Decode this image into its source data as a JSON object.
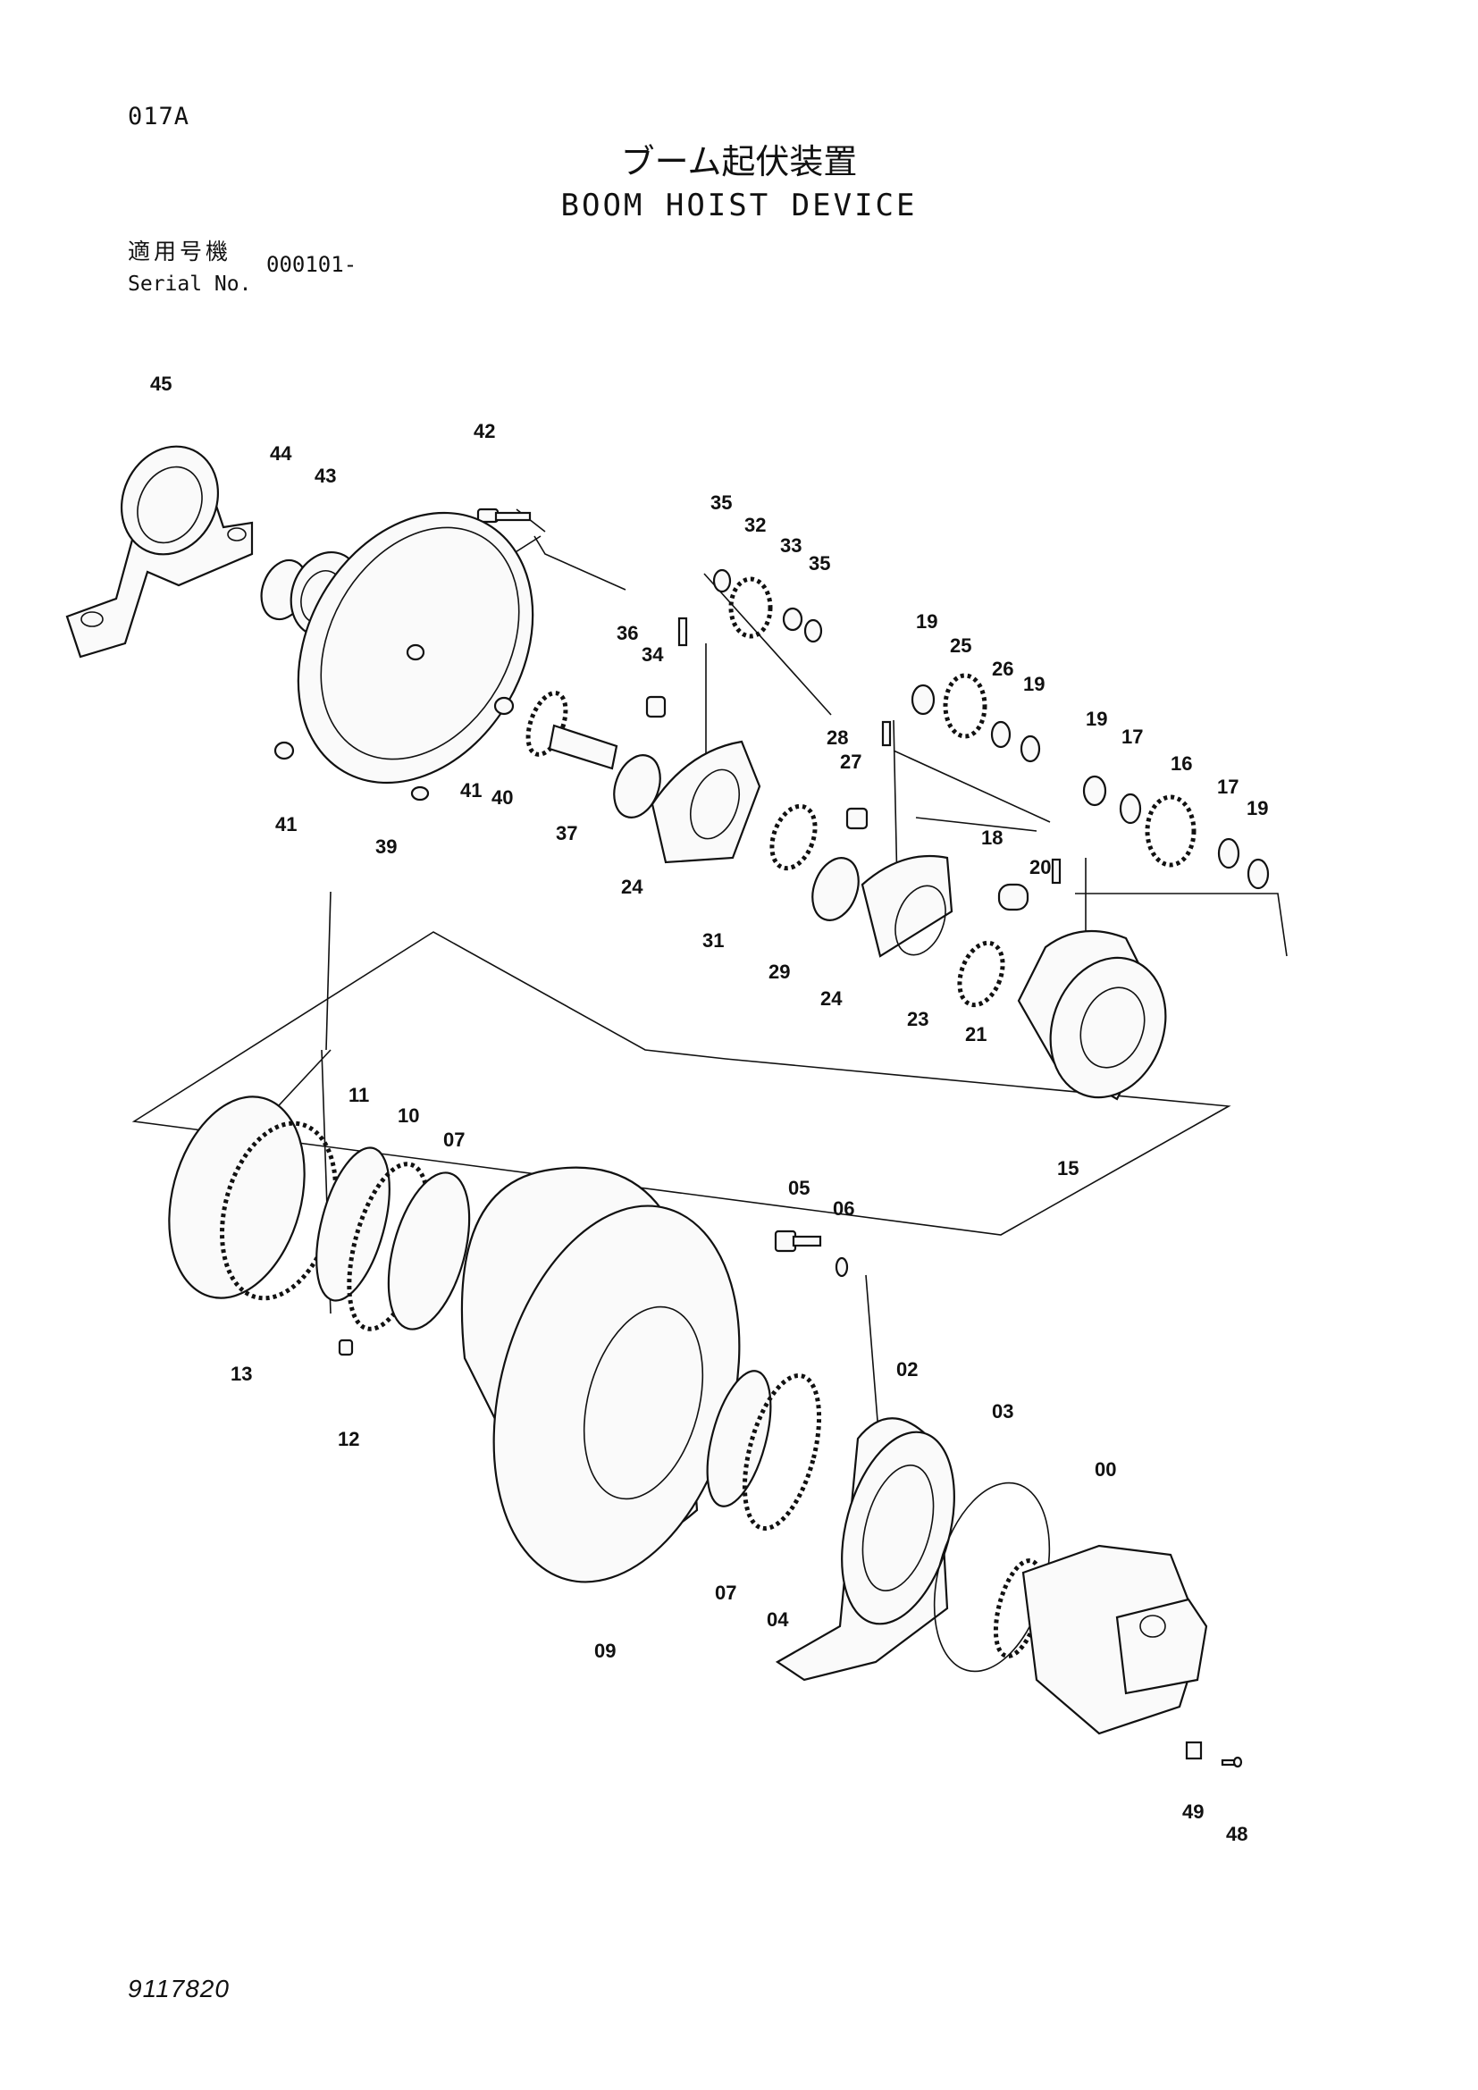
{
  "page_code": "017A",
  "title_jp": "ブーム起伏装置",
  "title_en": "BOOM HOIST DEVICE",
  "serial": {
    "label_jp": "適用号機",
    "label_en": "Serial No.",
    "value": "000101-"
  },
  "doc_number": "9117820",
  "parts": [
    {
      "id": "p45",
      "label": "45"
    },
    {
      "id": "p44",
      "label": "44"
    },
    {
      "id": "p43",
      "label": "43"
    },
    {
      "id": "p42",
      "label": "42"
    },
    {
      "id": "p41a",
      "label": "41"
    },
    {
      "id": "p41b",
      "label": "41"
    },
    {
      "id": "p40",
      "label": "40"
    },
    {
      "id": "p39",
      "label": "39"
    },
    {
      "id": "p37",
      "label": "37"
    },
    {
      "id": "p36",
      "label": "36"
    },
    {
      "id": "p35a",
      "label": "35"
    },
    {
      "id": "p35b",
      "label": "35"
    },
    {
      "id": "p34",
      "label": "34"
    },
    {
      "id": "p33",
      "label": "33"
    },
    {
      "id": "p32",
      "label": "32"
    },
    {
      "id": "p31",
      "label": "31"
    },
    {
      "id": "p29",
      "label": "29"
    },
    {
      "id": "p28",
      "label": "28"
    },
    {
      "id": "p27",
      "label": "27"
    },
    {
      "id": "p26",
      "label": "26"
    },
    {
      "id": "p25",
      "label": "25"
    },
    {
      "id": "p24a",
      "label": "24"
    },
    {
      "id": "p24b",
      "label": "24"
    },
    {
      "id": "p23",
      "label": "23"
    },
    {
      "id": "p21",
      "label": "21"
    },
    {
      "id": "p20",
      "label": "20"
    },
    {
      "id": "p19a",
      "label": "19"
    },
    {
      "id": "p19b",
      "label": "19"
    },
    {
      "id": "p19c",
      "label": "19"
    },
    {
      "id": "p19d",
      "label": "19"
    },
    {
      "id": "p18",
      "label": "18"
    },
    {
      "id": "p17a",
      "label": "17"
    },
    {
      "id": "p17b",
      "label": "17"
    },
    {
      "id": "p16",
      "label": "16"
    },
    {
      "id": "p15",
      "label": "15"
    },
    {
      "id": "p13",
      "label": "13"
    },
    {
      "id": "p12",
      "label": "12"
    },
    {
      "id": "p11",
      "label": "11"
    },
    {
      "id": "p10",
      "label": "10"
    },
    {
      "id": "p09",
      "label": "09"
    },
    {
      "id": "p07a",
      "label": "07"
    },
    {
      "id": "p07b",
      "label": "07"
    },
    {
      "id": "p06",
      "label": "06"
    },
    {
      "id": "p05",
      "label": "05"
    },
    {
      "id": "p04",
      "label": "04"
    },
    {
      "id": "p03",
      "label": "03"
    },
    {
      "id": "p02",
      "label": "02"
    },
    {
      "id": "p00",
      "label": "00"
    },
    {
      "id": "p49",
      "label": "49"
    },
    {
      "id": "p48",
      "label": "48"
    }
  ]
}
